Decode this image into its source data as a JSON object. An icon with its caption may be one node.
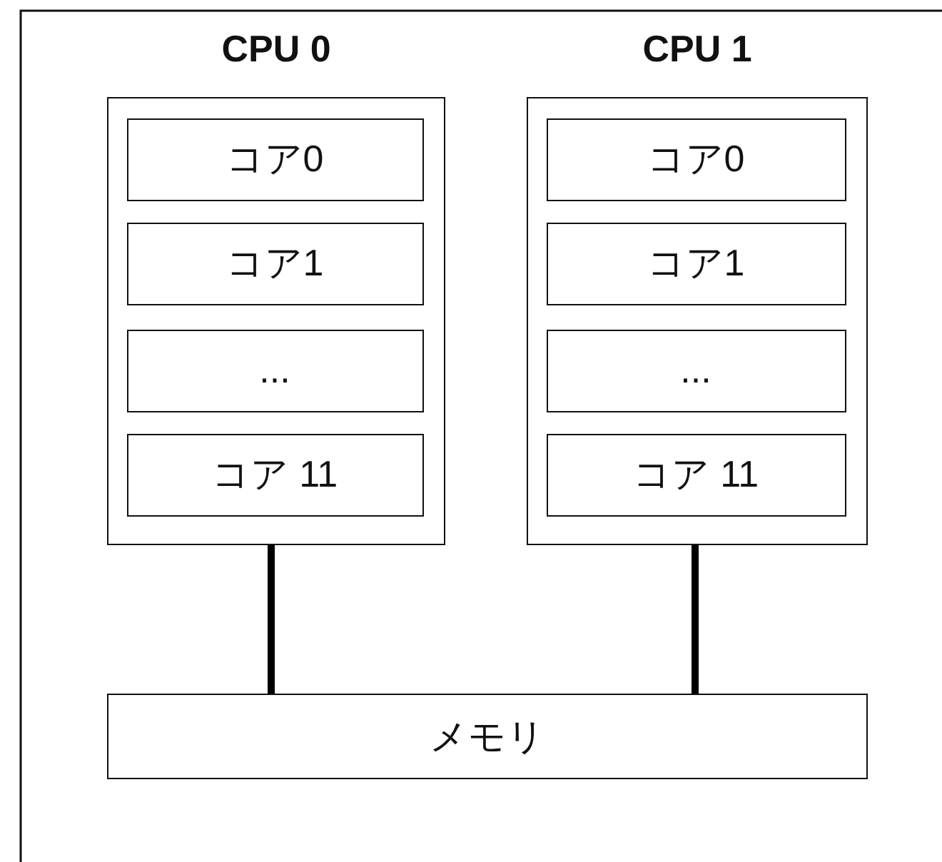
{
  "diagram": {
    "nodes": [
      {
        "text": [
          "CPU 0"
        ]
      },
      {
        "text": [
          "コア0"
        ],
        "in": 0
      },
      {
        "text": [
          "コア1"
        ],
        "in": 0
      },
      {
        "text": [
          "..."
        ],
        "in": 0
      },
      {
        "text": [
          "コア 11"
        ],
        "in": 0
      },
      {
        "text": [
          "CPU 1"
        ]
      },
      {
        "text": [
          "コア0"
        ],
        "in": 5
      },
      {
        "text": [
          "コア1"
        ],
        "in": 5
      },
      {
        "text": [
          "..."
        ],
        "in": 5
      },
      {
        "text": [
          "コア 11"
        ],
        "in": 5
      },
      {
        "text": [
          "メモリ"
        ]
      }
    ],
    "edges": [
      {
        "from": 0,
        "to": 10,
        "arrow": "none"
      },
      {
        "from": 5,
        "to": 10,
        "arrow": "none"
      }
    ]
  }
}
